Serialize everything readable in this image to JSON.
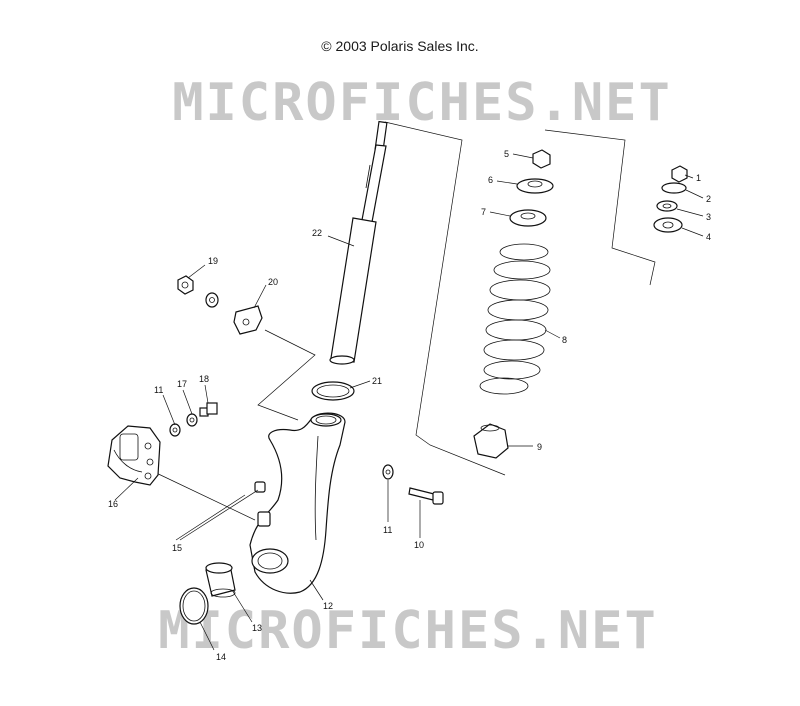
{
  "copyright": "© 2003 Polaris Sales Inc.",
  "watermark": {
    "text": "MICROFICHES.NET",
    "color": "#c8c8c8"
  },
  "parts": [
    {
      "id": "part-1",
      "label": "1"
    },
    {
      "id": "part-2",
      "label": "2"
    },
    {
      "id": "part-3",
      "label": "3"
    },
    {
      "id": "part-4",
      "label": "4"
    },
    {
      "id": "part-5",
      "label": "5"
    },
    {
      "id": "part-6",
      "label": "6"
    },
    {
      "id": "part-7",
      "label": "7"
    },
    {
      "id": "part-8",
      "label": "8"
    },
    {
      "id": "part-9",
      "label": "9"
    },
    {
      "id": "part-10",
      "label": "10"
    },
    {
      "id": "part-11a",
      "label": "11"
    },
    {
      "id": "part-11b",
      "label": "11"
    },
    {
      "id": "part-12",
      "label": "12"
    },
    {
      "id": "part-13",
      "label": "13"
    },
    {
      "id": "part-14",
      "label": "14"
    },
    {
      "id": "part-15",
      "label": "15"
    },
    {
      "id": "part-16",
      "label": "16"
    },
    {
      "id": "part-17",
      "label": "17"
    },
    {
      "id": "part-18",
      "label": "18"
    },
    {
      "id": "part-19",
      "label": "19"
    },
    {
      "id": "part-20",
      "label": "20"
    },
    {
      "id": "part-21",
      "label": "21"
    },
    {
      "id": "part-22",
      "label": "22"
    }
  ]
}
